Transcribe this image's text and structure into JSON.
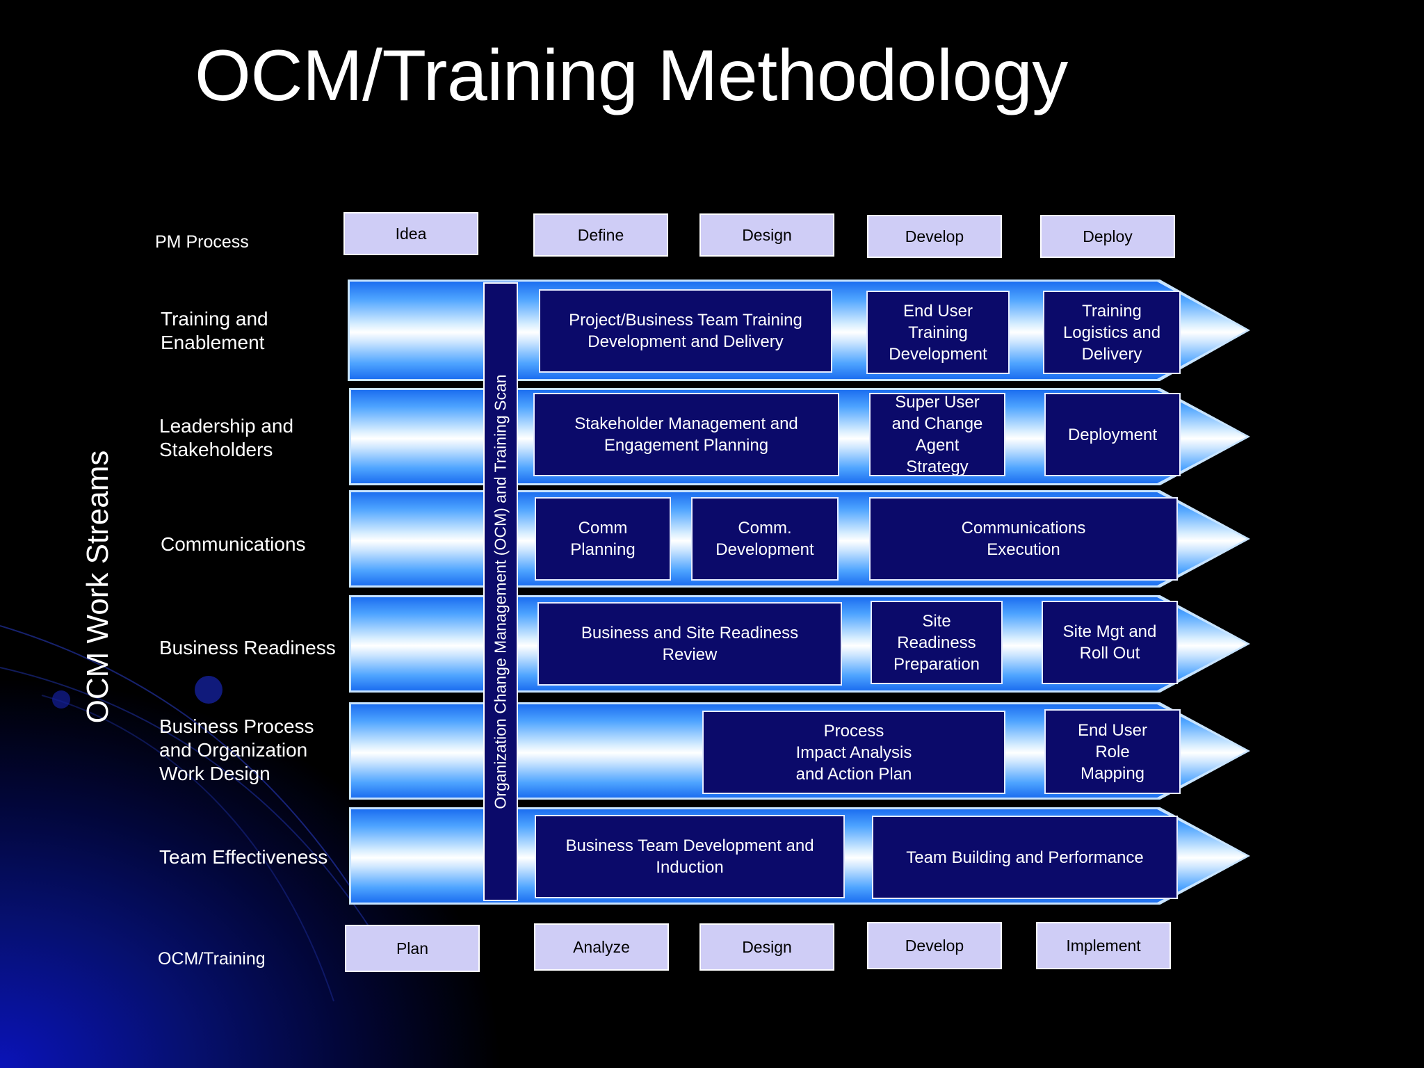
{
  "title": "OCM/Training Methodology",
  "side_label": "OCM Work Streams",
  "vertical_bar_label": "Organization Change Management (OCM) and Training Scan",
  "pm_process": {
    "label": "PM Process",
    "phases": [
      "Idea",
      "Define",
      "Design",
      "Develop",
      "Deploy"
    ]
  },
  "ocm_training": {
    "label": "OCM/Training",
    "phases": [
      "Plan",
      "Analyze",
      "Design",
      "Develop",
      "Implement"
    ]
  },
  "streams": [
    {
      "label": "Training and\nEnablement",
      "boxes": [
        "Project/Business Team  Training\nDevelopment and Delivery",
        "End User\nTraining\nDevelopment",
        "Training\nLogistics and\nDelivery"
      ]
    },
    {
      "label": "Leadership and\nStakeholders",
      "boxes": [
        "Stakeholder Management  and\nEngagement Planning",
        "Super User\nand Change\nAgent\nStrategy",
        "Deployment"
      ]
    },
    {
      "label": "Communications",
      "boxes": [
        "Comm\nPlanning",
        "Comm.\nDevelopment",
        "Communications\nExecution"
      ]
    },
    {
      "label": "Business Readiness",
      "boxes": [
        "Business and Site Readiness\nReview",
        "Site\nReadiness\nPreparation",
        "Site Mgt and\nRoll Out"
      ]
    },
    {
      "label": "Business Process\nand Organization\nWork Design",
      "boxes": [
        "Process\nImpact Analysis\nand Action Plan",
        "End User\nRole\nMapping"
      ]
    },
    {
      "label": "Team Effectiveness",
      "boxes": [
        "Business Team Development and\nInduction",
        "Team Building and Performance"
      ]
    }
  ],
  "colors": {
    "background": "#000000",
    "phase_box": "#cfcdf6",
    "activity_box": "#0b0a6a",
    "arrow_light": "#ffffff",
    "arrow_dark": "#1c6ef0",
    "glow": "#0a13b8"
  }
}
